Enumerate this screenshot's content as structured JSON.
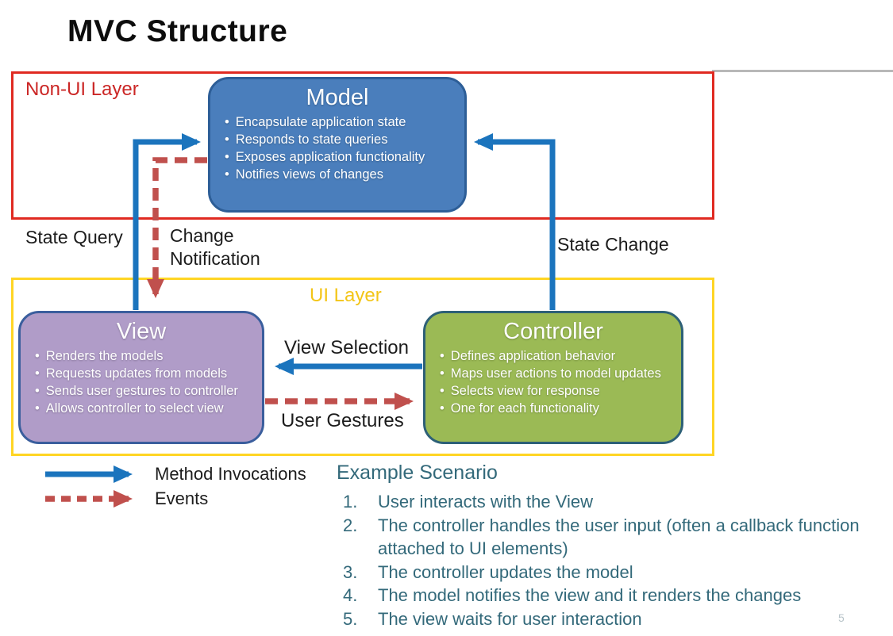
{
  "slide": {
    "title": "MVC Structure",
    "page_number": "5"
  },
  "colors": {
    "arrow_blue": "#1b74bd",
    "arrow_red": "#c0504d",
    "non_ui_border": "#e02a21",
    "non_ui_label": "#cb2726",
    "ui_border": "#ffd524",
    "ui_label": "#f3c517",
    "model_fill": "#4a7ebc",
    "model_border": "#2d5e97",
    "view_fill": "#b09cc8",
    "view_border": "#3a5e9d",
    "controller_fill": "#9bba55",
    "controller_border": "#2d6077",
    "scenario_text": "#33697a",
    "label_text": "#1c1c1c"
  },
  "layers": {
    "non_ui": {
      "label": "Non-UI Layer"
    },
    "ui": {
      "label": "UI Layer"
    }
  },
  "boxes": {
    "model": {
      "title": "Model",
      "bullets": [
        "Encapsulate application state",
        "Responds to state queries",
        "Exposes application functionality",
        "Notifies views of changes"
      ]
    },
    "view": {
      "title": "View",
      "bullets": [
        "Renders the models",
        "Requests updates from models",
        "Sends user gestures to controller",
        "Allows controller to select view"
      ]
    },
    "controller": {
      "title": "Controller",
      "bullets": [
        "Defines application behavior",
        "Maps user actions to model updates",
        "Selects view for response",
        "One for each functionality"
      ]
    }
  },
  "arrow_labels": {
    "state_query": "State Query",
    "change_notification": "Change Notification",
    "state_change": "State Change",
    "view_selection": "View Selection",
    "user_gestures": "User Gestures"
  },
  "legend": {
    "method_invocations": "Method Invocations",
    "events": "Events"
  },
  "scenario": {
    "heading": "Example Scenario",
    "items": [
      "User interacts with the View",
      "The controller handles the user input (often a callback function attached to UI elements)",
      "The controller updates the model",
      "The model notifies the view and it renders the changes",
      "The view waits for user interaction"
    ]
  }
}
